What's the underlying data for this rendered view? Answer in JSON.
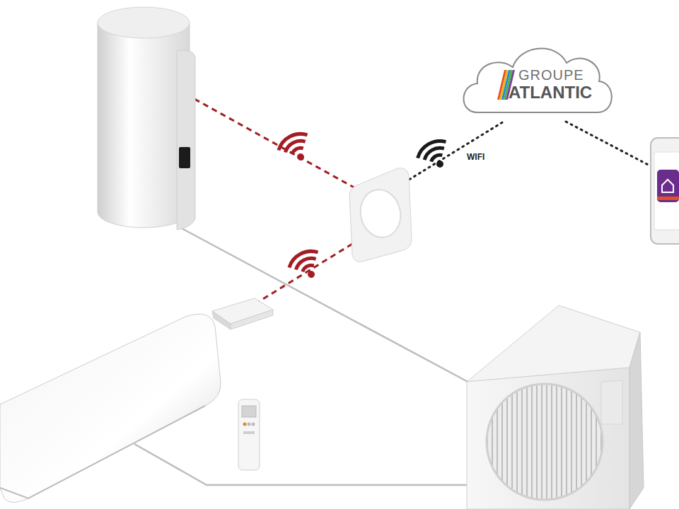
{
  "diagram": {
    "nodes": [
      {
        "text": [
          "GROUPE",
          "ATLANTIC"
        ]
      }
    ],
    "labels": [
      "WIFI"
    ]
  }
}
